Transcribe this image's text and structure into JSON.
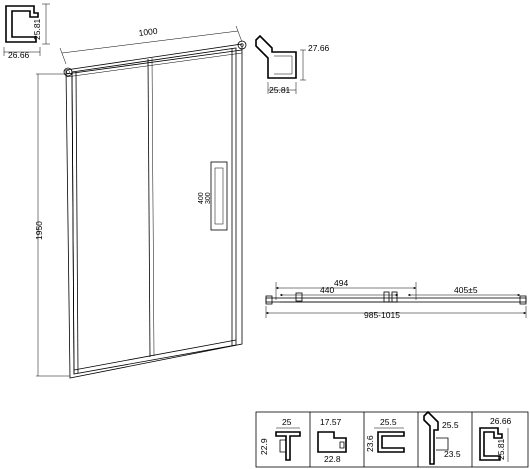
{
  "door": {
    "width": "1000",
    "height": "1950",
    "handle_outer": "400",
    "handle_inner": "300"
  },
  "corner_profile": {
    "height": "25.81",
    "width": "26.66"
  },
  "top_right_profile": {
    "height": "27.66",
    "width": "25.81"
  },
  "plan": {
    "dim_494": "494",
    "dim_440": "440",
    "dim_405": "405±5",
    "overall": "985-1015"
  },
  "legend": [
    {
      "a": "25",
      "b": "22.9"
    },
    {
      "a": "17.57",
      "b": "22.8"
    },
    {
      "a": "25.5",
      "b": "23.6"
    },
    {
      "a": "25.5",
      "b": "23.5"
    },
    {
      "a": "26.66",
      "b": "25.81"
    }
  ]
}
